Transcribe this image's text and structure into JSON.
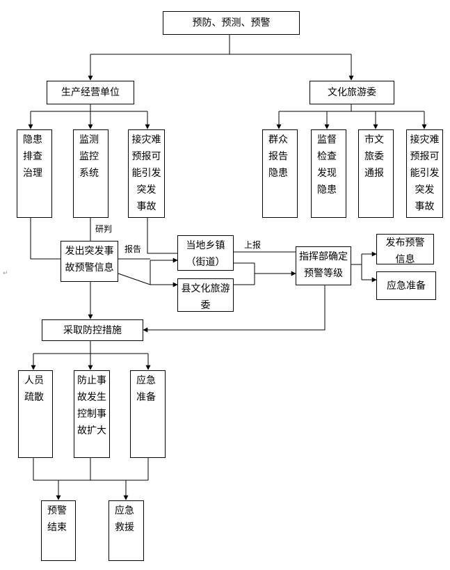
{
  "nodes": {
    "top": "预防、预测、预警",
    "prod": "生产经营单位",
    "culture": "文化旅游委",
    "p1": "隐患\n排查\n治理",
    "p2": "监测\n监控\n系统",
    "p3": "接灾难\n预报可\n能引发\n突发\n事故",
    "c1": "群众\n报告\n隐患",
    "c2": "监督\n检查\n发现\n隐患",
    "c3": "市文\n旅委\n通报",
    "c4": "接灾难\n预报可\n能引发\n突发\n事故",
    "alert": "发出突发事\n故预警信息",
    "town": "当地乡镇\n（街道）",
    "county": "县文化旅游\n委",
    "command": "指挥部确定\n预警等级",
    "publish": "发布预警\n信息",
    "prep1": "应急准备",
    "measures": "采取防控措施",
    "m1": "人员\n疏散",
    "m2": "防止事\n故发生\n控制事\n故扩大",
    "m3": "应急\n准备",
    "end": "预警\n结束",
    "rescue": "应急\n救援"
  },
  "labels": {
    "yanpan": "研判",
    "baogao": "报告",
    "shangbao": "上报"
  },
  "paragraph_mark": "↵"
}
